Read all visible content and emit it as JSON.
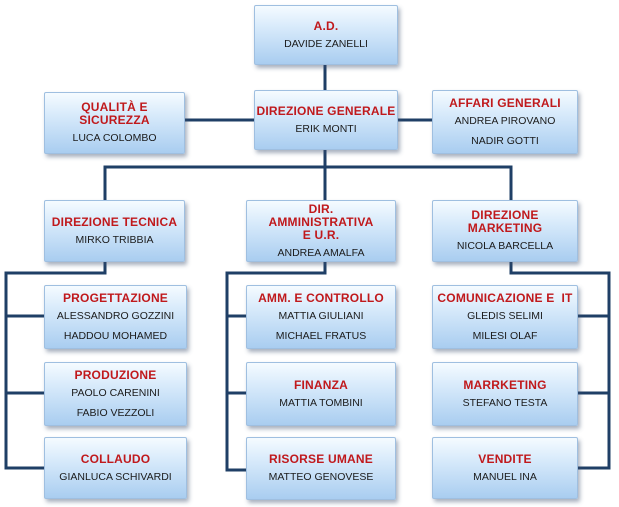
{
  "ad": {
    "title": "A.D.",
    "names": [
      "DAVIDE  ZANELLI"
    ]
  },
  "direzione_generale": {
    "title": "DIREZIONE GENERALE",
    "names": [
      "ERIK MONTI"
    ]
  },
  "qualita": {
    "title": "QUALITÀ E SICUREZZA",
    "names": [
      "LUCA COLOMBO"
    ]
  },
  "affari_generali": {
    "title": "AFFARI GENERALI",
    "names": [
      "ANDREA PIROVANO",
      "NADIR GOTTI"
    ]
  },
  "direzione_tecnica": {
    "title": "DIREZIONE TECNICA",
    "names": [
      "MIRKO TRIBBIA"
    ],
    "units": [
      {
        "title": "PROGETTAZIONE",
        "names": [
          "ALESSANDRO GOZZINI",
          "HADDOU MOHAMED"
        ]
      },
      {
        "title": "PRODUZIONE",
        "names": [
          "PAOLO CARENINI",
          "FABIO VEZZOLI"
        ]
      },
      {
        "title": "COLLAUDO",
        "names": [
          "GIANLUCA SCHIVARDI"
        ]
      }
    ]
  },
  "dir_amministrativa": {
    "title": "DIR. AMMINISTRATIVA E U.R.",
    "names": [
      "ANDREA AMALFA"
    ],
    "units": [
      {
        "title": "AMM. E CONTROLLO",
        "names": [
          "MATTIA GIULIANI",
          "MICHAEL FRATUS"
        ]
      },
      {
        "title": "FINANZA",
        "names": [
          "MATTIA TOMBINI"
        ]
      },
      {
        "title": "RISORSE UMANE",
        "names": [
          "MATTEO GENOVESE"
        ]
      }
    ]
  },
  "direzione_marketing": {
    "title": "DIREZIONE MARKETING",
    "names": [
      "NICOLA BARCELLA"
    ],
    "units": [
      {
        "title": "COMUNICAZIONE E  IT",
        "names": [
          "GLEDIS SELIMI",
          "MILESI OLAF"
        ]
      },
      {
        "title": "MARRKETING",
        "names": [
          "STEFANO TESTA"
        ]
      },
      {
        "title": "VENDITE",
        "names": [
          "MANUEL INA"
        ]
      }
    ]
  }
}
